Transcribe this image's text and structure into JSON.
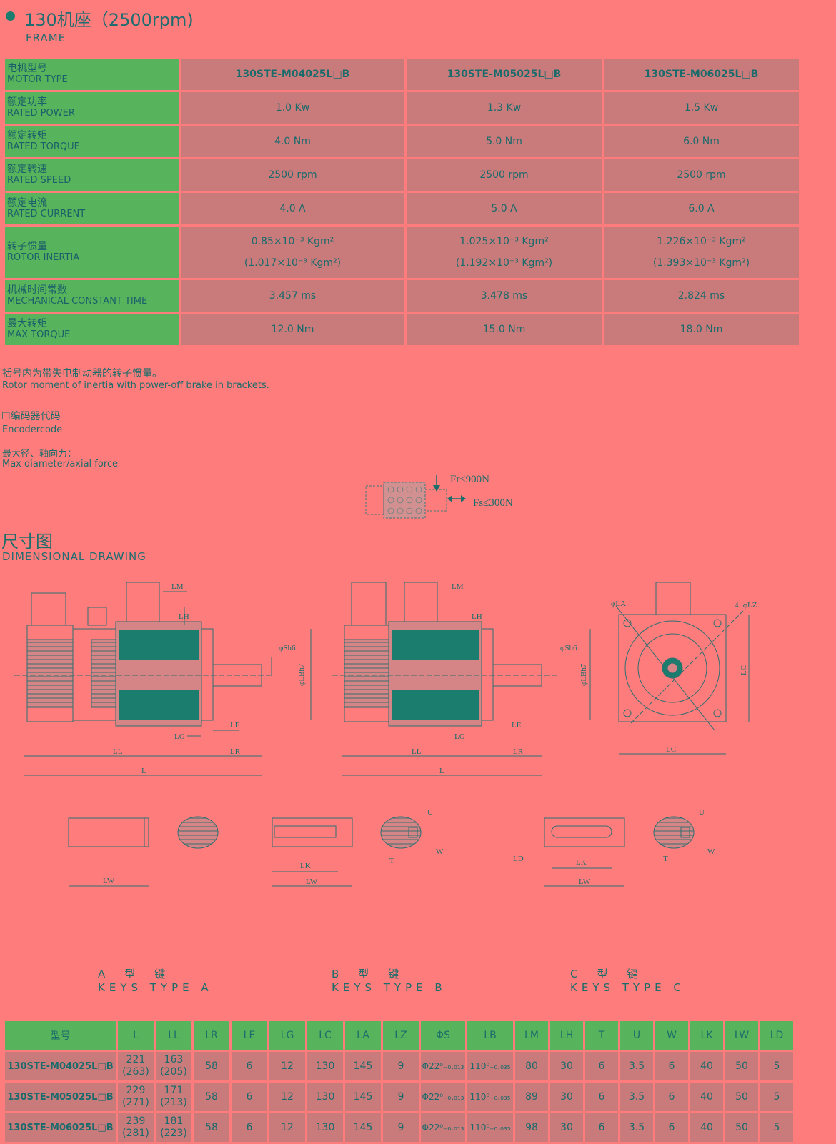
{
  "header": {
    "title": "130机座（2500rpm)",
    "subtitle": "FRAME"
  },
  "spec_table": {
    "rows": [
      {
        "zh": "电机型号",
        "en": "MOTOR TYPE",
        "values": [
          "130STE-M04025L□B",
          "130STE-M05025L□B",
          "130STE-M06025L□B"
        ]
      },
      {
        "zh": "额定功率",
        "en": "RATED POWER",
        "values": [
          "1.0 Kw",
          "1.3 Kw",
          "1.5 Kw"
        ]
      },
      {
        "zh": "额定转矩",
        "en": "RATED TORQUE",
        "values": [
          "4.0 Nm",
          "5.0 Nm",
          "6.0 Nm"
        ]
      },
      {
        "zh": "额定转速",
        "en": "RATED SPEED",
        "values": [
          "2500 rpm",
          "2500 rpm",
          "2500 rpm"
        ]
      },
      {
        "zh": "额定电流",
        "en": "RATED CURRENT",
        "values": [
          "4.0 A",
          "5.0 A",
          "6.0 A"
        ]
      },
      {
        "zh": "转子惯量",
        "en": "ROTOR INERTIA",
        "values": [
          "0.85×10⁻³ Kgm²",
          "1.025×10⁻³ Kgm²",
          "1.226×10⁻³ Kgm²"
        ],
        "values2": [
          "(1.017×10⁻³ Kgm²)",
          "(1.192×10⁻³ Kgm²)",
          "(1.393×10⁻³ Kgm²)"
        ]
      },
      {
        "zh": "机械时间常数",
        "en": "MECHANICAL CONSTANT TIME",
        "values": [
          "3.457 ms",
          "3.478 ms",
          "2.824 ms"
        ]
      },
      {
        "zh": "最大转矩",
        "en": "MAX TORQUE",
        "values": [
          "12.0 Nm",
          "15.0 Nm",
          "18.0 Nm"
        ]
      }
    ]
  },
  "notes": {
    "brake_zh": "括号内为带失电制动器的转子惯量。",
    "brake_en": "Rotor moment of inertia with power-off brake in brackets.",
    "encoder_zh": "☐编码器代码",
    "encoder_en": "Encodercode",
    "force_zh": "最大径、轴向力：",
    "force_en": "Max diameter/axial force"
  },
  "force_diagram": {
    "fr": "Fr≤900N",
    "fs": "Fs≤300N"
  },
  "drawing": {
    "title_zh": "尺寸图",
    "title_en": "DIMENSIONAL DRAWING",
    "labels": {
      "LM": "LM",
      "LH": "LH",
      "Sh6": "φSh6",
      "LBh7": "φLBh7",
      "LG": "LG",
      "LE": "LE",
      "LL": "LL",
      "LR": "LR",
      "L": "L",
      "LA": "φLA",
      "LZ": "4−φLZ",
      "LC": "LC",
      "LK": "LK",
      "LW": "LW",
      "U": "U",
      "W": "W",
      "T": "T",
      "LD": "LD"
    }
  },
  "keys": [
    {
      "zh": "A　型　键",
      "en": "KEYS TYPE A"
    },
    {
      "zh": "B　型　键",
      "en": "KEYS TYPE B"
    },
    {
      "zh": "C　型　键",
      "en": "KEYS TYPE C"
    }
  ],
  "dim_table": {
    "headers": [
      "型号",
      "L",
      "LL",
      "LR",
      "LE",
      "LG",
      "LC",
      "LA",
      "LZ",
      "ΦS",
      "LB",
      "LM",
      "LH",
      "T",
      "U",
      "W",
      "LK",
      "LW",
      "LD"
    ],
    "rows": [
      {
        "model": "130STE-M04025L□B",
        "L": [
          "221",
          "(263)"
        ],
        "LL": [
          "163",
          "(205)"
        ],
        "rest": [
          "58",
          "6",
          "12",
          "130",
          "145",
          "9",
          "Φ22⁰₋₀.₀₁₃",
          "110⁰₋₀.₀₃₅",
          "80",
          "30",
          "6",
          "3.5",
          "6",
          "40",
          "50",
          "5"
        ]
      },
      {
        "model": "130STE-M05025L□B",
        "L": [
          "229",
          "(271)"
        ],
        "LL": [
          "171",
          "(213)"
        ],
        "rest": [
          "58",
          "6",
          "12",
          "130",
          "145",
          "9",
          "Φ22⁰₋₀.₀₁₃",
          "110⁰₋₀.₀₃₅",
          "89",
          "30",
          "6",
          "3.5",
          "6",
          "40",
          "50",
          "5"
        ]
      },
      {
        "model": "130STE-M06025L□B",
        "L": [
          "239",
          "(281)"
        ],
        "LL": [
          "181",
          "(223)"
        ],
        "rest": [
          "58",
          "6",
          "12",
          "130",
          "145",
          "9",
          "Φ22⁰₋₀.₀₁₃",
          "110⁰₋₀.₀₃₅",
          "98",
          "30",
          "6",
          "3.5",
          "6",
          "40",
          "50",
          "5"
        ]
      }
    ]
  }
}
